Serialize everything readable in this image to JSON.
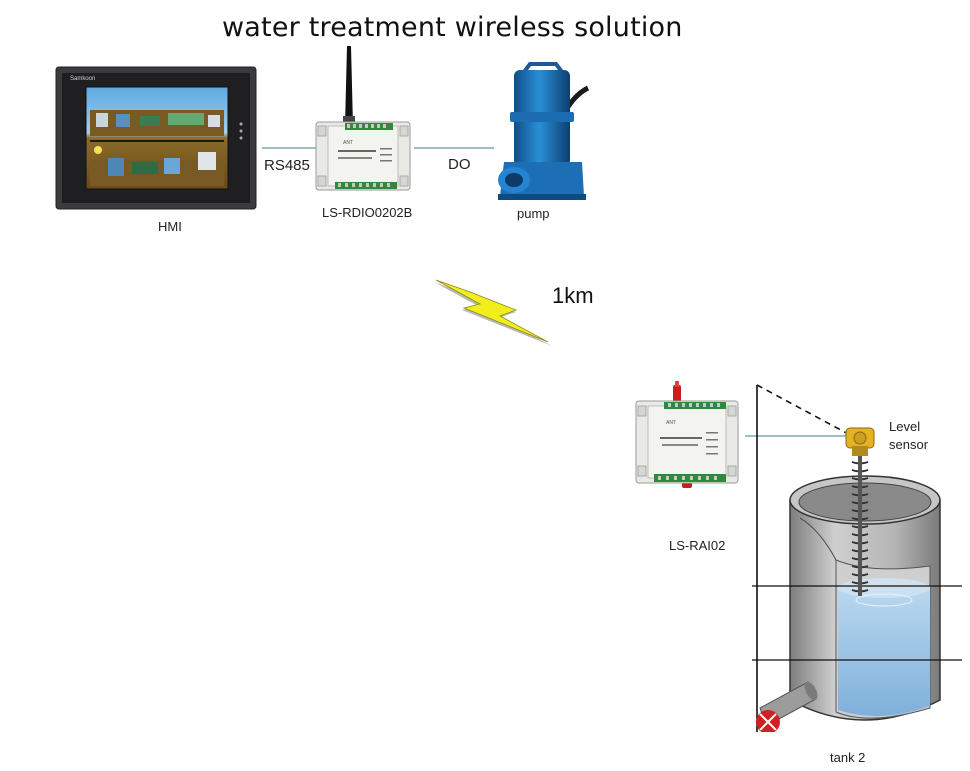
{
  "title": "water treatment wireless solution",
  "devices": {
    "hmi": {
      "label": "HMI",
      "brand": "Samkoon"
    },
    "rdio": {
      "label": "LS-RDIO0202B",
      "face_brand": "ANT"
    },
    "pump": {
      "label": "pump"
    },
    "rai": {
      "label": "LS-RAI02",
      "face_brand": "ANT"
    },
    "tank": {
      "label": "tank 2"
    },
    "level_sensor": {
      "label_line1": "Level",
      "label_line2": "sensor"
    }
  },
  "links": {
    "rs485": "RS485",
    "do": "DO",
    "distance": "1km"
  },
  "colors": {
    "line": "#3f7f8f",
    "lightning": "#f2ee1e",
    "water": "#9fc6e6",
    "tank": "#a8a8a8",
    "sensor": "#e5b224"
  }
}
